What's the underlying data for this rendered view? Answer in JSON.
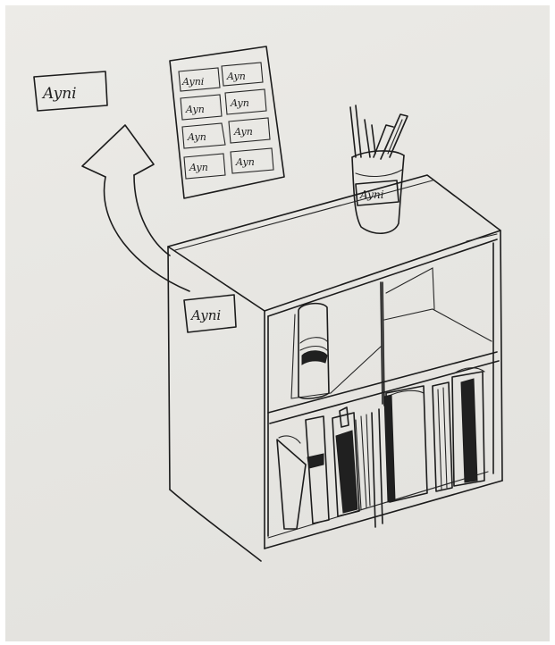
{
  "sketch": {
    "labels": {
      "arrow_tag": "Ayni",
      "side_tag": "Ayni",
      "jar_tag": "Ayni",
      "sheet_tags": [
        "Ayni",
        "Ayn",
        "Ayn",
        "Ayn",
        "Ayn",
        "Ayn",
        "Ayn",
        "Ayn"
      ]
    }
  }
}
